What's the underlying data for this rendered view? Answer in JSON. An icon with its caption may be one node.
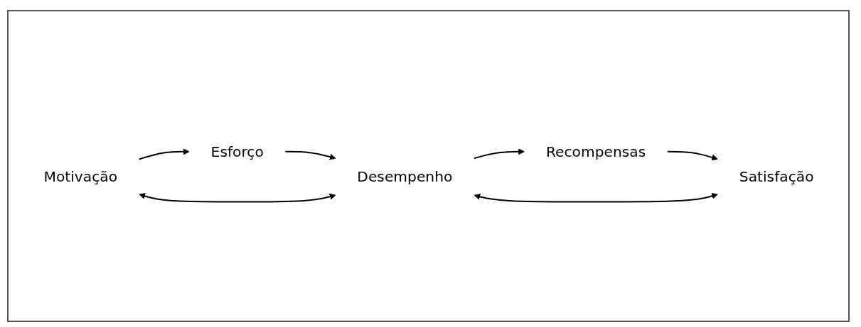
{
  "diagram": {
    "nodes": [
      {
        "text": [
          "Motivação"
        ]
      },
      {
        "text": [
          "Esforço"
        ]
      },
      {
        "text": [
          "Desempenho"
        ]
      },
      {
        "text": [
          "Recompensas"
        ]
      },
      {
        "text": [
          "Satisfação"
        ]
      }
    ],
    "edges": [
      {
        "from": 0,
        "to": 1,
        "arrow": "to"
      },
      {
        "from": 1,
        "to": 2,
        "arrow": "to"
      },
      {
        "from": 2,
        "to": 3,
        "arrow": "to"
      },
      {
        "from": 3,
        "to": 4,
        "arrow": "to"
      },
      {
        "from": 0,
        "to": 2,
        "arrow": "both"
      },
      {
        "from": 2,
        "to": 4,
        "arrow": "both"
      }
    ]
  }
}
